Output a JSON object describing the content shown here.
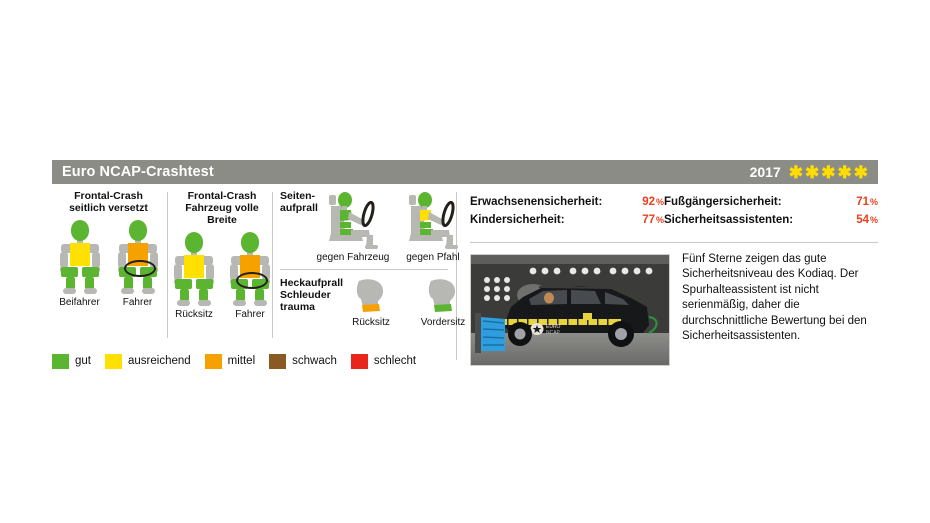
{
  "header": {
    "title": "Euro NCAP-Crashtest",
    "year": "2017",
    "star_count": 5,
    "star_glyph": "✳",
    "bar_color": "#8c8c86",
    "star_color": "#ffdd00"
  },
  "crash_groups": [
    {
      "id": "frontal-offset",
      "title_line1": "Frontal-Crash",
      "title_line2": "seitlich versetzt",
      "occupants": [
        {
          "label": "Beifahrer",
          "head": "gut",
          "torso": "ausreichend",
          "steering_wheel": false
        },
        {
          "label": "Fahrer",
          "head": "gut",
          "torso": "mittel",
          "steering_wheel": true
        }
      ]
    },
    {
      "id": "frontal-full-width",
      "title_line1": "Frontal-Crash",
      "title_line2": "Fahrzeug volle Breite",
      "occupants": [
        {
          "label": "Rücksitz",
          "head": "gut",
          "torso": "ausreichend",
          "steering_wheel": false
        },
        {
          "label": "Fahrer",
          "head": "gut",
          "torso": "mittel",
          "steering_wheel": true
        }
      ]
    }
  ],
  "side_impact": {
    "title_line1": "Seiten-",
    "title_line2": "aufprall",
    "occupants": [
      {
        "label": "gegen Fahrzeug",
        "head": "gut",
        "chest": "gut",
        "abdomen": "gut",
        "pelvis": "gut"
      },
      {
        "label": "gegen Pfahl",
        "head": "gut",
        "chest": "ausreichend",
        "abdomen": "gut",
        "pelvis": "gut"
      }
    ]
  },
  "rear_impact": {
    "title_line1": "Heckaufprall",
    "title_line2": "Schleuder",
    "title_line3": "trauma",
    "occupants": [
      {
        "label": "Rücksitz",
        "rating": "mittel"
      },
      {
        "label": "Vordersitz",
        "rating": "gut"
      }
    ]
  },
  "legend": [
    {
      "label": "gut",
      "color": "#5bb531"
    },
    {
      "label": "ausreichend",
      "color": "#ffe000"
    },
    {
      "label": "mittel",
      "color": "#f5a200"
    },
    {
      "label": "schwach",
      "color": "#8a5a24"
    },
    {
      "label": "schlecht",
      "color": "#e8261c"
    }
  ],
  "scores": [
    {
      "label": "Erwachsenensicherheit:",
      "value": "92",
      "unit": "%"
    },
    {
      "label": "Fußgängersicherheit:",
      "value": "71",
      "unit": "%"
    },
    {
      "label": "Kindersicherheit:",
      "value": "77",
      "unit": "%"
    },
    {
      "label": "Sicherheitsassistenten:",
      "value": "54",
      "unit": "%"
    }
  ],
  "score_color": "#e8401c",
  "photo": {
    "alt": "Euro NCAP Frontal-Crashtest eines schwarzen SUV gegen Barriere",
    "logo_text": "EURO NCAP"
  },
  "caption": {
    "text": "Fünf Sterne zeigen das gute Sicherheitsniveau des Kodiaq. Der Spurhalteassistent ist nicht serienmäßig, daher die durchschnittliche Bewertung bei den Sicherheitsassistenten."
  }
}
